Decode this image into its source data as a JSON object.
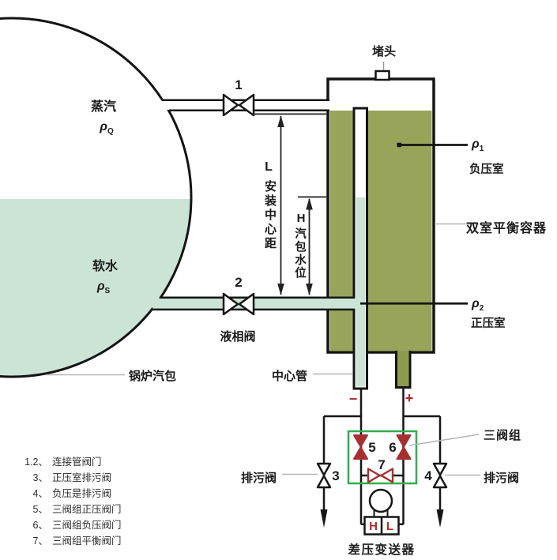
{
  "drum": {
    "steam_label": "蒸汽",
    "steam_sym": "ρ",
    "steam_sub": "Q",
    "water_label": "软水",
    "water_sym": "ρ",
    "water_sub": "S",
    "name": "锅炉汽包"
  },
  "pipes": {
    "valve1_num": "1",
    "valve2_num": "2",
    "liquid_valve_label": "液相阀",
    "center_tube_label": "中心管"
  },
  "vessel": {
    "plug_label": "堵头",
    "rho1_sym": "ρ",
    "rho1_sub": "1",
    "neg_chamber_label": "负压室",
    "name": "双室平衡容器",
    "rho2_sym": "ρ",
    "rho2_sub": "2",
    "pos_chamber_label": "正压室"
  },
  "dims": {
    "L_sym": "L",
    "L_label": "安装中心距",
    "H_sym": "H",
    "H_label": "汽包水位"
  },
  "bottom": {
    "minus": "−",
    "plus": "+",
    "valve3_num": "3",
    "valve4_num": "4",
    "valve5_num": "5",
    "valve6_num": "6",
    "valve7_num": "7",
    "drain_left_label": "排污阀",
    "drain_right_label": "排污阀",
    "three_valve_group_label": "三阀组",
    "transmitter_label": "差压变送器",
    "port_high": "H",
    "port_low": "L"
  },
  "legend": {
    "rows": [
      {
        "num": "1.2、",
        "label": "连接管阀门"
      },
      {
        "num": "3、",
        "label": "正压室排污阀"
      },
      {
        "num": "4、",
        "label": "负压是排污阀"
      },
      {
        "num": "5、",
        "label": "三阀组正压阀门"
      },
      {
        "num": "6、",
        "label": "三阀组负压阀门"
      },
      {
        "num": "7、",
        "label": "三阀组平衡阀门"
      }
    ]
  },
  "colors": {
    "olive_fill": "#97a45a",
    "olive_dark": "#8d9b50",
    "water_green": "#cbe4d5",
    "valve_group_green": "#2fae4f",
    "valve_red": "#a5302f",
    "label_red": "#b2292c"
  }
}
